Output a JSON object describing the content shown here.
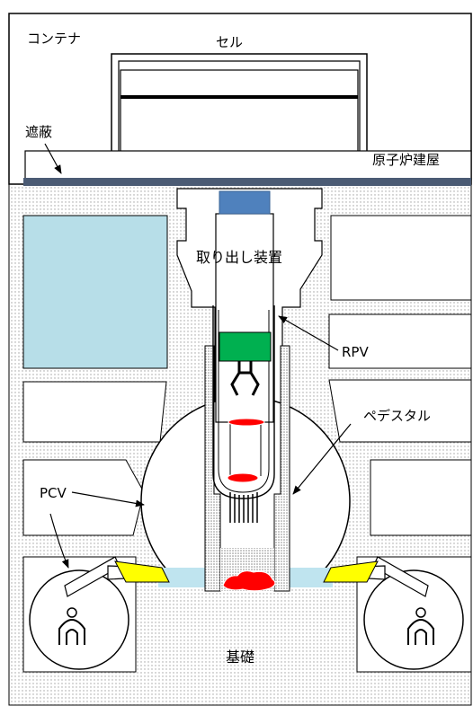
{
  "labels": {
    "container": "コンテナ",
    "cell": "セル",
    "shield": "遮蔽",
    "reactor_building": "原子炉建屋",
    "extraction_device": "取り出し装置",
    "rpv": "RPV",
    "pedestal": "ペデスタル",
    "pcv": "PCV",
    "foundation": "基礎"
  },
  "colors": {
    "outline": "#000000",
    "shield_bar": "#4b5b74",
    "extraction_block": "#4f81bd",
    "gripper_block": "#00b050",
    "pool_light_blue": "#b7dee8",
    "water": "#bfe4ef",
    "debris": "#ff0000",
    "robot_arm": "#ffff00",
    "dotted_fill": "#aaaaaa"
  }
}
